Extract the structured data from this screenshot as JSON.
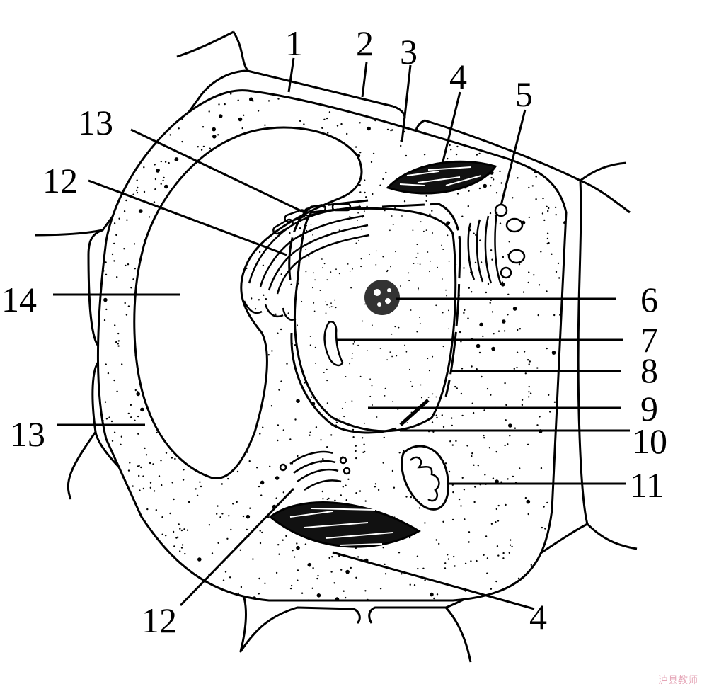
{
  "diagram": {
    "labels": {
      "l1": "1",
      "l2": "2",
      "l3": "3",
      "l4a": "4",
      "l4b": "4",
      "l5": "5",
      "l6": "6",
      "l7": "7",
      "l8": "8",
      "l9": "9",
      "l10": "10",
      "l11": "11",
      "l12a": "12",
      "l12b": "12",
      "l13a": "13",
      "l13b": "13",
      "l14": "14"
    }
  },
  "watermark": "泸县教师"
}
